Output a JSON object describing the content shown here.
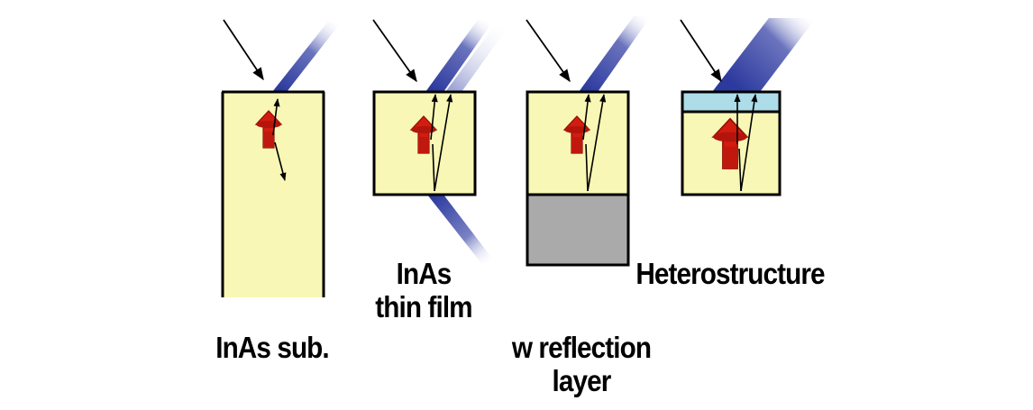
{
  "panels": [
    {
      "id": "substrate",
      "label_lines": [
        "InAs sub."
      ]
    },
    {
      "id": "thin-film",
      "label_lines": [
        "InAs",
        "thin film"
      ]
    },
    {
      "id": "reflection",
      "label_lines": [
        "w reflection",
        "layer"
      ]
    },
    {
      "id": "heterostructure",
      "label_lines": [
        "Heterostructure"
      ]
    }
  ],
  "colors": {
    "film": "#f9f7b5",
    "reflector": "#a9aaa9",
    "cap_layer": "#acdde9",
    "beam": "#2c3a9e",
    "spin_arrow": "#d31c10",
    "outline": "#000000"
  },
  "icons": {
    "spin": "red-spin-arrow-icon",
    "incident": "incident-arrow-icon",
    "ray": "ray-arrow-icon"
  }
}
